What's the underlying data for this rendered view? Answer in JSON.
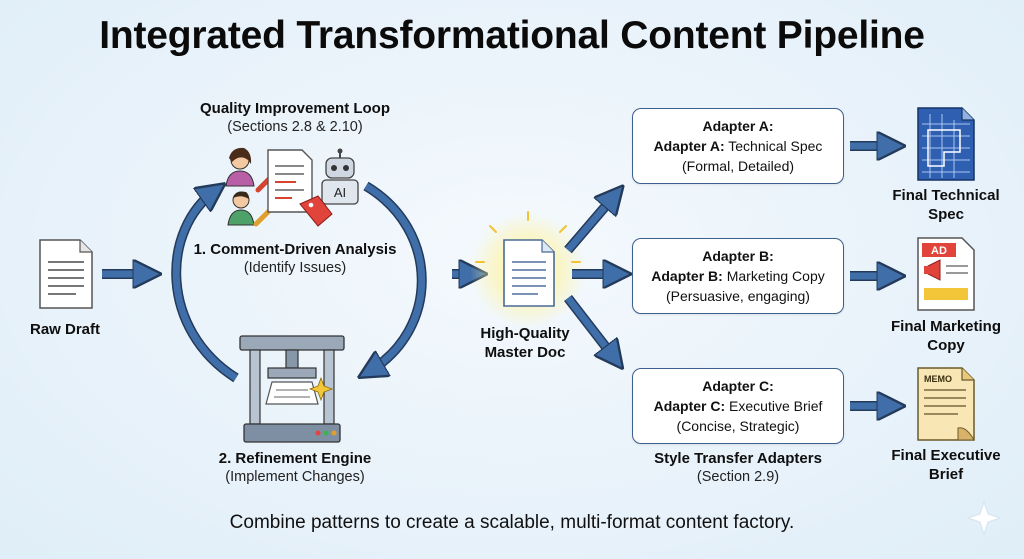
{
  "title": "Integrated Transformational Content Pipeline",
  "raw_draft": "Raw Draft",
  "loop": {
    "title": "Quality Improvement Loop",
    "subtitle": "(Sections 2.8 & 2.10)",
    "step1_title": "1. Comment-Driven Analysis",
    "step1_sub": "(Identify Issues)",
    "step2_title": "2. Refinement Engine",
    "step2_sub": "(Implement Changes)",
    "ai_tag": "AI"
  },
  "master": {
    "line1": "High-Quality",
    "line2": "Master Doc"
  },
  "adapters": [
    {
      "header": "Adapter A:",
      "name_bold": "Adapter A:",
      "name_rest": " Technical Spec",
      "desc": "(Formal, Detailed)"
    },
    {
      "header": "Adapter B:",
      "name_bold": "Adapter B:",
      "name_rest": " Marketing Copy",
      "desc": "(Persuasive, engaging)"
    },
    {
      "header": "Adapter C:",
      "name_bold": "Adapter C:",
      "name_rest": " Executive Brief",
      "desc": "(Concise, Strategic)"
    }
  ],
  "adapters_group": {
    "title": "Style Transfer Adapters",
    "subtitle": "(Section 2.9)"
  },
  "outputs": [
    {
      "line1": "Final Technical",
      "line2": "Spec"
    },
    {
      "line1": "Final Marketing",
      "line2": "Copy"
    },
    {
      "line1": "Final Executive",
      "line2": "Brief"
    }
  ],
  "icon_text": {
    "ad": "AD",
    "memo": "MEMO"
  },
  "footer": "Combine patterns to create a scalable, multi-format content factory.",
  "colors": {
    "arrow": "#3f6ea8",
    "arrow_outline": "#243a5a",
    "border": "#3d5f8c"
  }
}
